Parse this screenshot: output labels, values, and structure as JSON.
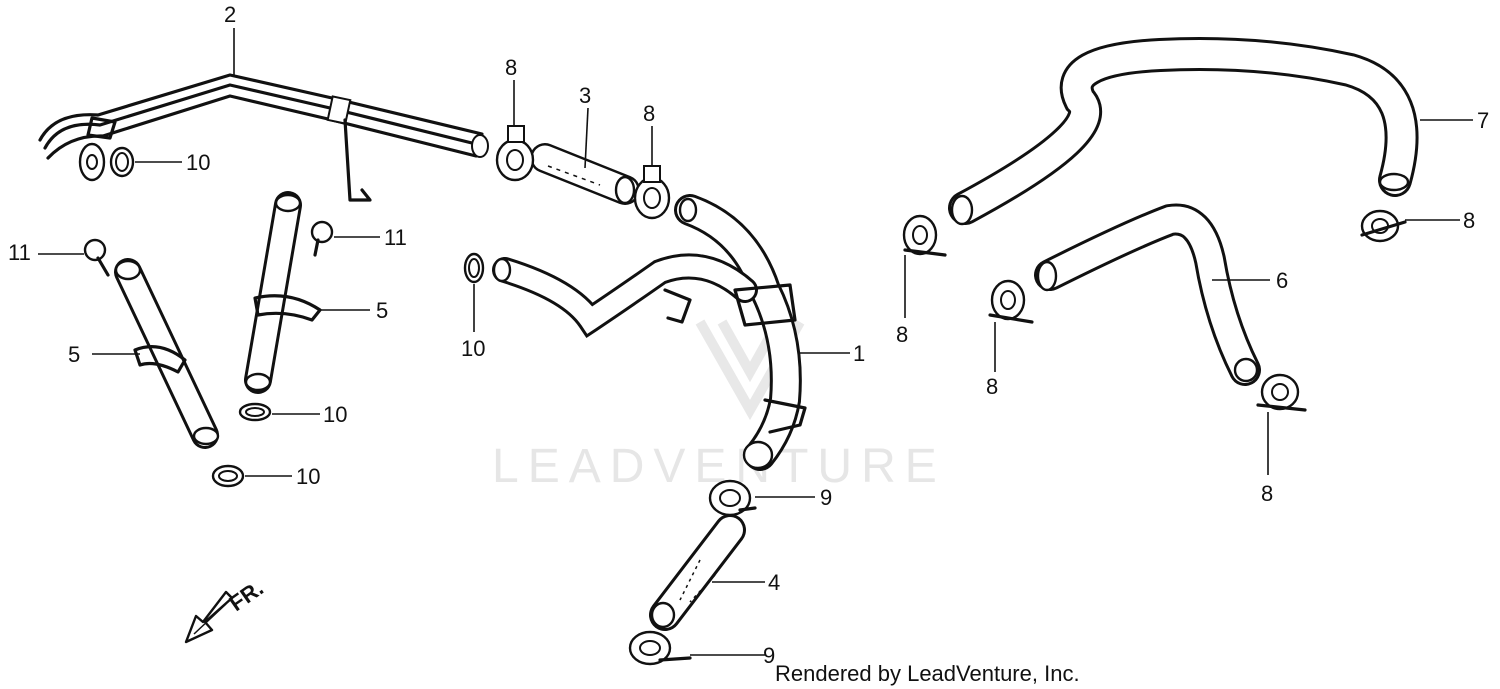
{
  "watermark": "LEADVENTURE",
  "credit": "Rendered by LeadVenture, Inc.",
  "direction_label": "FR.",
  "callouts": {
    "c1": "1",
    "c2": "2",
    "c3": "3",
    "c4": "4",
    "c5a": "5",
    "c5b": "5",
    "c6": "6",
    "c7": "7",
    "c8a": "8",
    "c8b": "8",
    "c8c": "8",
    "c8d": "8",
    "c8e": "8",
    "c8f": "8",
    "c9a": "9",
    "c9b": "9",
    "c10a": "10",
    "c10b": "10",
    "c10c": "10",
    "c10d": "10",
    "c11a": "11",
    "c11b": "11"
  },
  "colors": {
    "line": "#111111",
    "watermark": "#e6e6e6",
    "background": "#ffffff"
  }
}
